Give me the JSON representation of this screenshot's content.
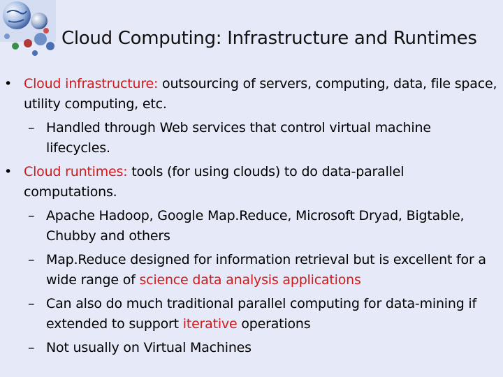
{
  "slide": {
    "title": "Cloud Computing: Infrastructure and Runtimes",
    "bullets": [
      {
        "marker": "•",
        "highlight": "Cloud infrastructure:",
        "text": " outsourcing of servers, computing, data, file space, utility computing, etc."
      },
      {
        "marker": "–",
        "text": "Handled through Web services that control virtual machine lifecycles."
      },
      {
        "marker": "•",
        "highlight": "Cloud runtimes:",
        "text": " tools (for using clouds) to do data-parallel computations."
      },
      {
        "marker": "–",
        "text": "Apache Hadoop, Google Map.Reduce, Microsoft Dryad, Bigtable, Chubby and others"
      },
      {
        "marker": "–",
        "text": "Map.Reduce designed for information retrieval but is excellent for a wide range of ",
        "highlight": "science data analysis applications"
      },
      {
        "marker": "–",
        "text": "Can also do much traditional parallel computing for data-mining if extended to support ",
        "highlight": "iterative",
        "text2": " operations"
      },
      {
        "marker": "–",
        "text": "Not usually on Virtual Machines"
      }
    ]
  },
  "colors": {
    "background": "#e5e9f8",
    "highlight": "#d11a1a"
  },
  "icons": {
    "logo": "globe-icon-cluster"
  }
}
